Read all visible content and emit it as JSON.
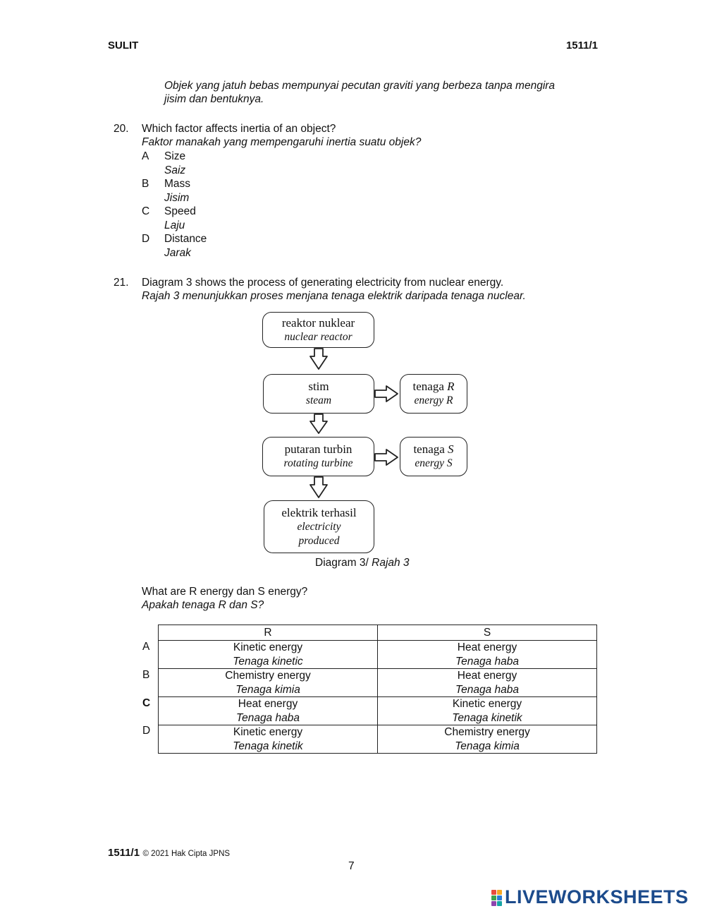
{
  "header": {
    "left": "SULIT",
    "right": "1511/1"
  },
  "carryover": {
    "line1": "Objek yang jatuh bebas mempunyai pecutan graviti yang berbeza tanpa mengira",
    "line2": "jisim dan bentuknya."
  },
  "q20": {
    "number": "20.",
    "text_en": "Which factor affects inertia of an object?",
    "text_ms": "Faktor manakah yang mempengaruhi inertia suatu objek?",
    "options": [
      {
        "letter": "A",
        "en": "Size",
        "ms": "Saiz"
      },
      {
        "letter": "B",
        "en": "Mass",
        "ms": "Jisim"
      },
      {
        "letter": "C",
        "en": "Speed",
        "ms": "Laju"
      },
      {
        "letter": "D",
        "en": "Distance",
        "ms": "Jarak"
      }
    ]
  },
  "q21": {
    "number": "21.",
    "text_en": "Diagram 3 shows the process of generating electricity from nuclear energy.",
    "text_ms": "Rajah 3 menunjukkan proses menjana tenaga elektrik daripada tenaga nuclear.",
    "diagram": {
      "reactor": {
        "ms": "reaktor nuklear",
        "en": "nuclear reactor"
      },
      "steam": {
        "ms": "stim",
        "en": "steam"
      },
      "energy_r": {
        "ms": "tenaga",
        "en": "energy",
        "var": "R"
      },
      "turbine": {
        "ms": "putaran turbin",
        "en": "rotating turbine"
      },
      "energy_s": {
        "ms": "tenaga",
        "en": "energy",
        "var": "S"
      },
      "electricity": {
        "ms": "elektrik terhasil",
        "en1": "electricity",
        "en2": "produced"
      },
      "caption_en": "Diagram 3/",
      "caption_ms": "Rajah 3"
    },
    "prompt_en": "What are R energy dan S energy?",
    "prompt_ms": "Apakah tenaga R dan S?",
    "table": {
      "col_r": "R",
      "col_s": "S",
      "rows": [
        {
          "letter": "A",
          "r_en": "Kinetic energy",
          "r_ms": "Tenaga kinetic",
          "s_en": "Heat energy",
          "s_ms": "Tenaga haba"
        },
        {
          "letter": "B",
          "r_en": "Chemistry energy",
          "r_ms": "Tenaga kimia",
          "s_en": "Heat energy",
          "s_ms": "Tenaga haba"
        },
        {
          "letter": "C",
          "r_en": "Heat energy",
          "r_ms": "Tenaga haba",
          "s_en": "Kinetic energy",
          "s_ms": "Tenaga kinetik"
        },
        {
          "letter": "D",
          "r_en": "Kinetic energy",
          "r_ms": "Tenaga kinetik",
          "s_en": "Chemistry energy",
          "s_ms": "Tenaga kimia"
        }
      ]
    }
  },
  "footer": {
    "code": "1511/1",
    "copyright": "© 2021 Hak Cipta JPNS",
    "page": "7"
  },
  "brand": {
    "name": "LIVEWORKSHEETS"
  }
}
